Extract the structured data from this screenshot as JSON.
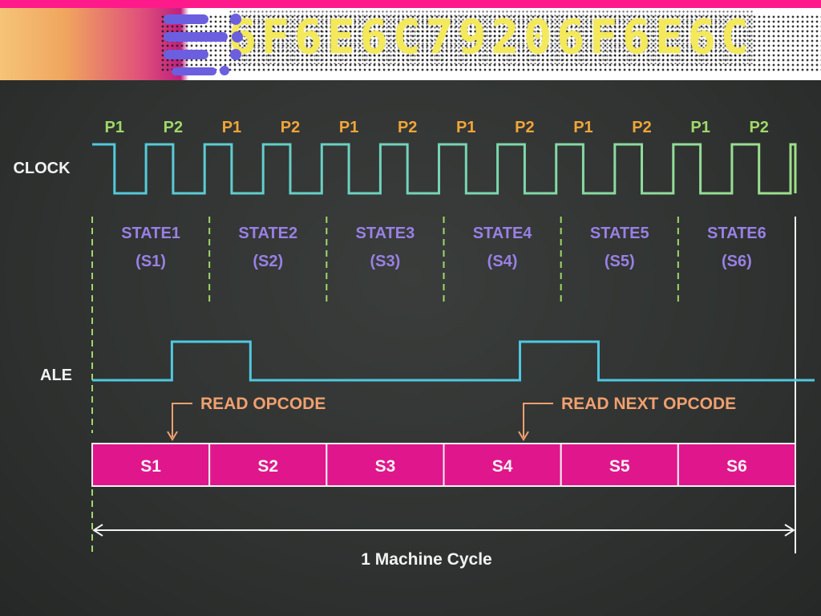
{
  "banner": {
    "text": "6F6E6C79206F6E6C"
  },
  "diagram": {
    "signals": {
      "clock": "CLOCK",
      "ale": "ALE"
    },
    "phases": [
      {
        "label": "P1",
        "color": "#9fd86a"
      },
      {
        "label": "P2",
        "color": "#9fd86a"
      },
      {
        "label": "P1",
        "color": "#f0a53a"
      },
      {
        "label": "P2",
        "color": "#f0a53a"
      },
      {
        "label": "P1",
        "color": "#f0a53a"
      },
      {
        "label": "P2",
        "color": "#f0a53a"
      },
      {
        "label": "P1",
        "color": "#f0a53a"
      },
      {
        "label": "P2",
        "color": "#f0a53a"
      },
      {
        "label": "P1",
        "color": "#f0a53a"
      },
      {
        "label": "P2",
        "color": "#f0a53a"
      },
      {
        "label": "P1",
        "color": "#9fd86a"
      },
      {
        "label": "P2",
        "color": "#9fd86a"
      }
    ],
    "states": [
      {
        "name": "STATE1",
        "code": "(S1)"
      },
      {
        "name": "STATE2",
        "code": "(S2)"
      },
      {
        "name": "STATE3",
        "code": "(S3)"
      },
      {
        "name": "STATE4",
        "code": "(S4)"
      },
      {
        "name": "STATE5",
        "code": "(S5)"
      },
      {
        "name": "STATE6",
        "code": "(S6)"
      }
    ],
    "ale_annotations": {
      "first": "READ OPCODE",
      "second": "READ NEXT OPCODE"
    },
    "cycle_boxes": [
      "S1",
      "S2",
      "S3",
      "S4",
      "S5",
      "S6"
    ],
    "machine_cycle_label": "1 Machine Cycle",
    "colors": {
      "background": "#2f3230",
      "clock_start": "#4fc8e0",
      "clock_end": "#9fe08a",
      "state_text": "#9a80e6",
      "ale_line": "#4fc8e0",
      "annotation": "#f0a070",
      "cycle_box": "#e0168c",
      "white": "#f2f2f2",
      "banner_text": "#f4e95a",
      "top_stripe": "#ff1a8c"
    }
  }
}
